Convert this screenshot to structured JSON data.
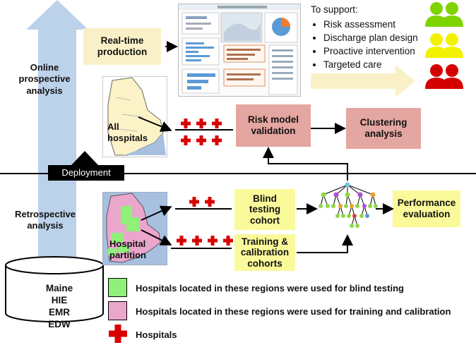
{
  "labels": {
    "online": "Online prospective analysis",
    "retrospective": "Retrospective analysis",
    "deployment": "Deployment",
    "database": "Maine HIE EMR EDW",
    "all_hospitals": "All hospitals",
    "hospital_partition": "Hospital partition"
  },
  "boxes": {
    "realtime": "Real-time production",
    "risk_model": "Risk model validation",
    "clustering": "Clustering analysis",
    "blind": "Blind testing cohort",
    "training": "Training & calibration cohorts",
    "performance": "Performance evaluation"
  },
  "support": {
    "title": "To support:",
    "items": [
      "Risk assessment",
      "Discharge plan design",
      "Proactive intervention",
      "Targeted care"
    ]
  },
  "legend": {
    "green": "Hospitals located in these regions were used for blind testing",
    "pink": "Hospitals located in these regions were used for training and calibration",
    "cross": "Hospitals"
  },
  "colors": {
    "yellow_box": "#faf0c8",
    "pink_box": "#e4a6a0",
    "bright_yellow": "#fafa9a",
    "green_region": "#8ff07a",
    "pink_region": "#eba6cc",
    "red": "#d80000",
    "arrow_blue": "#bcd1ea",
    "person_green": "#7fd400",
    "person_yellow": "#f2f200",
    "person_red": "#d40000"
  }
}
